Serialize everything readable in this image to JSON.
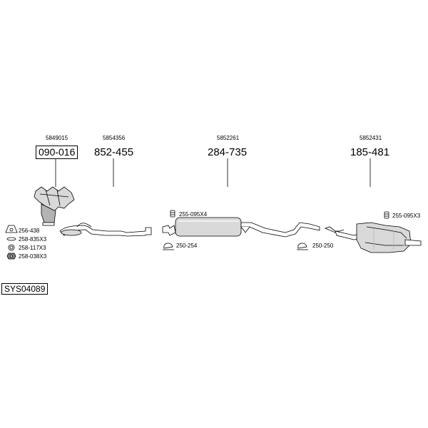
{
  "parts": [
    {
      "oe": "5849015",
      "pn": "090-016",
      "boxed": true
    },
    {
      "oe": "5854356",
      "pn": "852-455",
      "boxed": false
    },
    {
      "oe": "5852261",
      "pn": "284-735",
      "boxed": false
    },
    {
      "oe": "5852431",
      "pn": "185-481",
      "boxed": false
    }
  ],
  "accessories": {
    "clamp_mid_1": "255-095X4",
    "clamp_mid_2": "250-254",
    "clamp_mid_3": "250-250",
    "clamp_rear": "255-095X3",
    "left_1": "256-438",
    "left_2": "258-835X3",
    "left_3": "258-117X3",
    "left_4": "258-038X3"
  },
  "system_code": "SYS04089",
  "colors": {
    "line": "#000000",
    "part_fill": "#d9d9d9",
    "part_shade": "#b3b3b3"
  }
}
